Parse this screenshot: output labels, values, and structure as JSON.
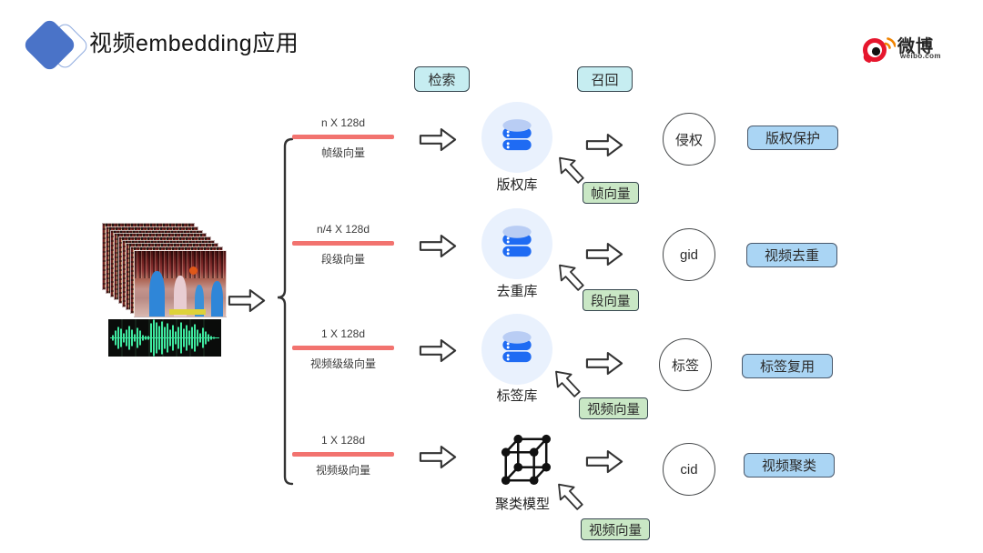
{
  "header": {
    "title": "视频embedding应用",
    "brand": "微博",
    "brand_domain": "weibo.com"
  },
  "columns": {
    "retrieval": "检索",
    "recall": "召回"
  },
  "rows": [
    {
      "dim": "n X 128d",
      "level": "帧级向量",
      "store": "版权库",
      "feedback": "帧向量",
      "result": "侵权",
      "app": "版权保护"
    },
    {
      "dim": "n/4 X 128d",
      "level": "段级向量",
      "store": "去重库",
      "feedback": "段向量",
      "result": "gid",
      "app": "视频去重"
    },
    {
      "dim": "1 X 128d",
      "level": "视频级级向量",
      "store": "标签库",
      "feedback": "视频向量",
      "result": "标签",
      "app": "标签复用"
    },
    {
      "dim": "1 X 128d",
      "level": "视频级向量",
      "store": "聚类模型",
      "feedback": "视频向量",
      "result": "cid",
      "app": "视频聚类"
    }
  ],
  "colors": {
    "accent_blue": "#4a73c8",
    "db_blue": "#1f6bf3",
    "line_red": "#f2736f",
    "pill_cyan": "#c6edf1",
    "pill_green": "#c9e7c5",
    "pill_blue": "#aad5f4",
    "weibo_red": "#e6162d",
    "wave_green": "#3fe9a0"
  }
}
